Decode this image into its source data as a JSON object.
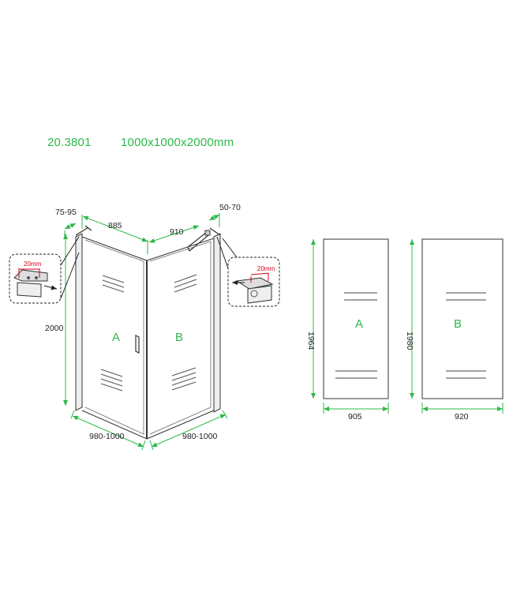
{
  "header": {
    "model_code": "20.3801",
    "dimensions": "1000x1000x2000mm"
  },
  "colors": {
    "accent": "#2db84a",
    "line": "#333333",
    "detail_red": "#d0021b"
  },
  "iso": {
    "left_adjust": "75-95",
    "right_adjust": "50-70",
    "left_panel_width": "885",
    "right_panel_width": "910",
    "height": "2000",
    "left_bottom": "980-1000",
    "right_bottom": "980-1000",
    "panel_a": "A",
    "panel_b": "B",
    "detail_left": "20mm",
    "detail_right": "20mm"
  },
  "panels": [
    {
      "label": "A",
      "height": "1964",
      "width": "905"
    },
    {
      "label": "B",
      "height": "1980",
      "width": "920"
    }
  ]
}
